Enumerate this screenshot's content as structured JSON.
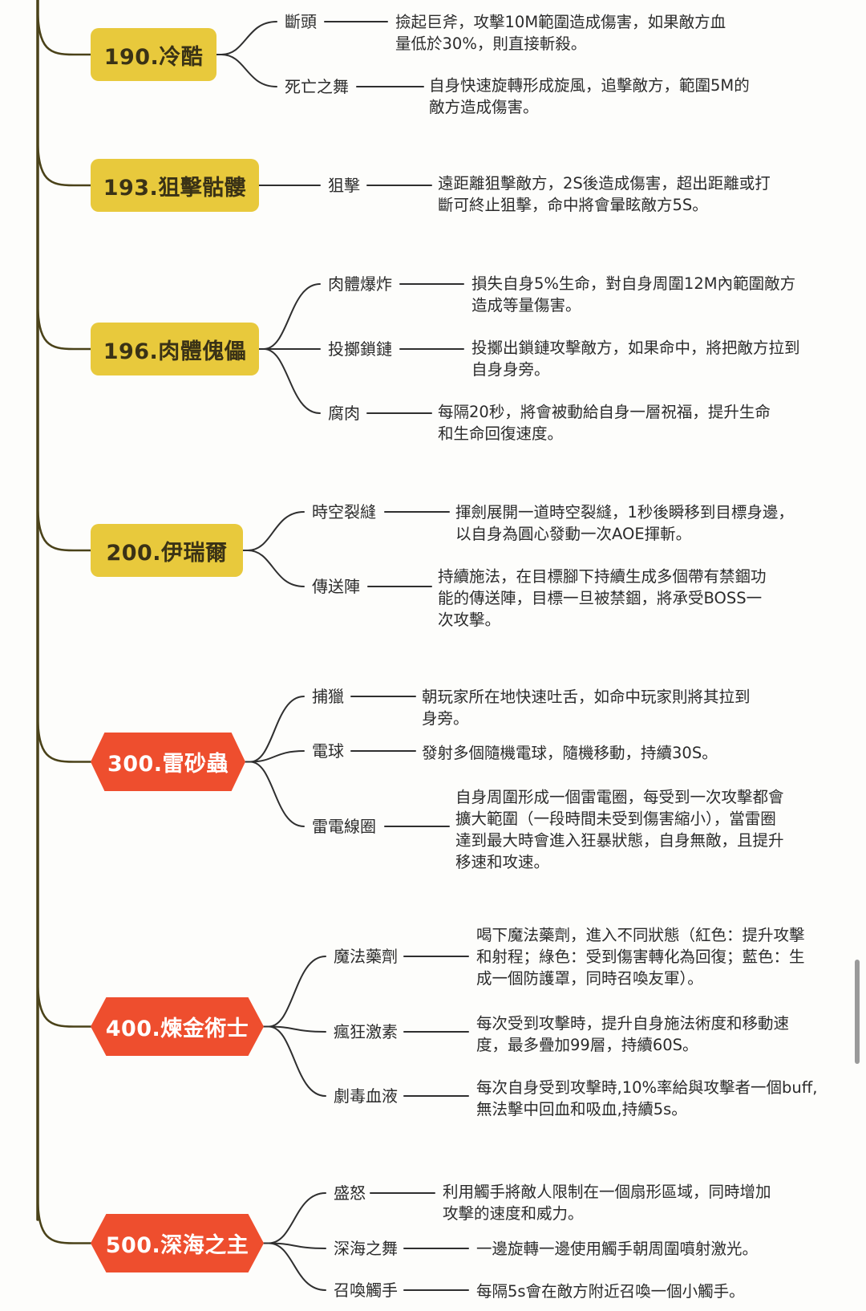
{
  "colors": {
    "trunk": "#4a4219",
    "branch": "#2f2f2f",
    "yellow_node": "#e8c93c",
    "red_node": "#ee4e2e"
  },
  "bosses": [
    {
      "label": "190.冷酷",
      "style": "yellow",
      "skills": [
        {
          "name": "斷頭",
          "desc": [
            "撿起巨斧，攻擊10M範圍造成傷害，如果敵方血",
            "量低於30%，則直接斬殺。"
          ]
        },
        {
          "name": "死亡之舞",
          "desc": [
            "自身快速旋轉形成旋風，追擊敵方，範圍5M的",
            "敵方造成傷害。"
          ]
        }
      ]
    },
    {
      "label": "193.狙擊骷髏",
      "style": "yellow",
      "skills": [
        {
          "name": "狙擊",
          "desc": [
            "遠距離狙擊敵方，2S後造成傷害，超出距離或打",
            "斷可終止狙擊，命中將會暈眩敵方5S。"
          ]
        }
      ]
    },
    {
      "label": "196.肉體傀儡",
      "style": "yellow",
      "skills": [
        {
          "name": "肉體爆炸",
          "desc": [
            "損失自身5%生命，對自身周圍12M內範圍敵方",
            "造成等量傷害。"
          ]
        },
        {
          "name": "投擲鎖鏈",
          "desc": [
            "投擲出鎖鏈攻擊敵方，如果命中，將把敵方拉到",
            "自身身旁。"
          ]
        },
        {
          "name": "腐肉",
          "desc": [
            "每隔20秒，將會被動給自身一層祝福，提升生命",
            "和生命回復速度。"
          ]
        }
      ]
    },
    {
      "label": "200.伊瑞爾",
      "style": "yellow",
      "skills": [
        {
          "name": "時空裂縫",
          "desc": [
            "揮劍展開一道時空裂縫，1秒後瞬移到目標身邊，",
            "以自身為圓心發動一次AOE揮斬。"
          ]
        },
        {
          "name": "傳送陣",
          "desc": [
            "持續施法，在目標腳下持續生成多個帶有禁錮功",
            "能的傳送陣，目標一旦被禁錮，將承受BOSS一",
            "次攻擊。"
          ]
        }
      ]
    },
    {
      "label": "300.雷砂蟲",
      "style": "red",
      "skills": [
        {
          "name": "捕獵",
          "desc": [
            "朝玩家所在地快速吐舌，如命中玩家則將其拉到",
            "身旁。"
          ]
        },
        {
          "name": "電球",
          "desc": [
            "發射多個隨機電球，隨機移動，持續30S。"
          ]
        },
        {
          "name": "雷電線圈",
          "desc": [
            "自身周圍形成一個雷電圈，每受到一次攻擊都會",
            "擴大範圍（一段時間未受到傷害縮小），當雷圈",
            "達到最大時會進入狂暴狀態，自身無敵，且提升",
            "移速和攻速。"
          ]
        }
      ]
    },
    {
      "label": "400.煉金術士",
      "style": "red",
      "skills": [
        {
          "name": "魔法藥劑",
          "desc": [
            "喝下魔法藥劑，進入不同狀態（紅色：提升攻擊",
            "和射程；綠色：受到傷害轉化為回復；藍色：生",
            "成一個防護罩，同時召喚友軍）。"
          ]
        },
        {
          "name": "瘋狂激素",
          "desc": [
            "每次受到攻擊時，提升自身施法術度和移動速",
            "度，最多疊加99層，持續60S。"
          ]
        },
        {
          "name": "劇毒血液",
          "desc": [
            "每次自身受到攻擊時,10%率給與攻擊者一個buff,",
            "無法擊中回血和吸血,持續5s。"
          ]
        }
      ]
    },
    {
      "label": "500.深海之主",
      "style": "red",
      "skills": [
        {
          "name": "盛怒",
          "desc": [
            "利用觸手將敵人限制在一個扇形區域，同時增加",
            "攻擊的速度和威力。"
          ]
        },
        {
          "name": "深海之舞",
          "desc": [
            "一邊旋轉一邊使用觸手朝周圍噴射激光。"
          ]
        },
        {
          "name": "召喚觸手",
          "desc": [
            "每隔5s會在敵方附近召喚一個小觸手。"
          ]
        }
      ]
    }
  ]
}
